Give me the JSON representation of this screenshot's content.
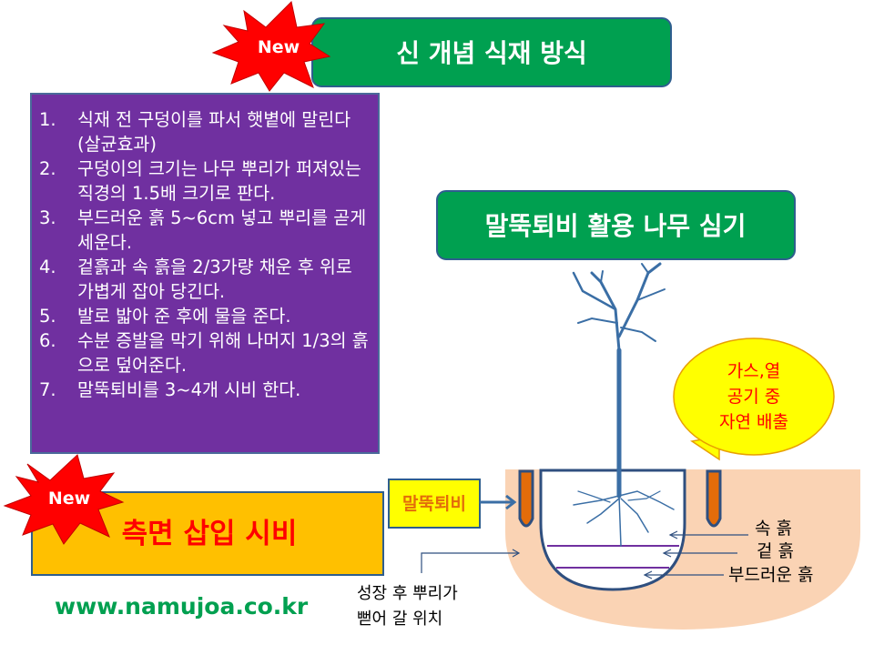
{
  "badges": {
    "new_top": "New",
    "new_bottom": "New"
  },
  "title_main": "신 개념 식재 방식",
  "title_diagram": "말뚝퇴비 활용 나무 심기",
  "steps": [
    {
      "num": "1.",
      "text": "식재 전 구덩이를 파서 햇볕에 말린다(살균효과)"
    },
    {
      "num": "2.",
      "text": "구덩이의 크기는 나무 뿌리가 퍼져있는 직경의 1.5배 크기로 판다."
    },
    {
      "num": "3.",
      "text": "부드러운 흙 5~6cm 넣고 뿌리를 곧게 세운다."
    },
    {
      "num": "4.",
      "text": "겉흙과 속 흙을 2/3가량 채운 후 위로 가볍게 잡아 당긴다."
    },
    {
      "num": "5.",
      "text": "발로 밟아 준 후에 물을 준다."
    },
    {
      "num": "6.",
      "text": "수분 증발을 막기 위해 나머지 1/3의 흙으로 덮어준다."
    },
    {
      "num": "7.",
      "text": "말뚝퇴비를 3~4개 시비 한다."
    }
  ],
  "side_banner": "측면 삽입 시비",
  "stake_label": "말뚝퇴비",
  "bubble": [
    "가스,열",
    "공기 중",
    "자연 배출"
  ],
  "soil_labels": {
    "inner": "속 흙",
    "top": "겉 흙",
    "soft": "부드러운 흙"
  },
  "root_growth": [
    "성장 후 뿌리가",
    "뻗어 갈 위치"
  ],
  "website": "www.namujoa.co.kr",
  "colors": {
    "green": "#00a050",
    "purple": "#7030a0",
    "orange": "#ffc000",
    "red": "#ff0000",
    "soil": "#fad3b4",
    "stake": "#e36c0a"
  }
}
